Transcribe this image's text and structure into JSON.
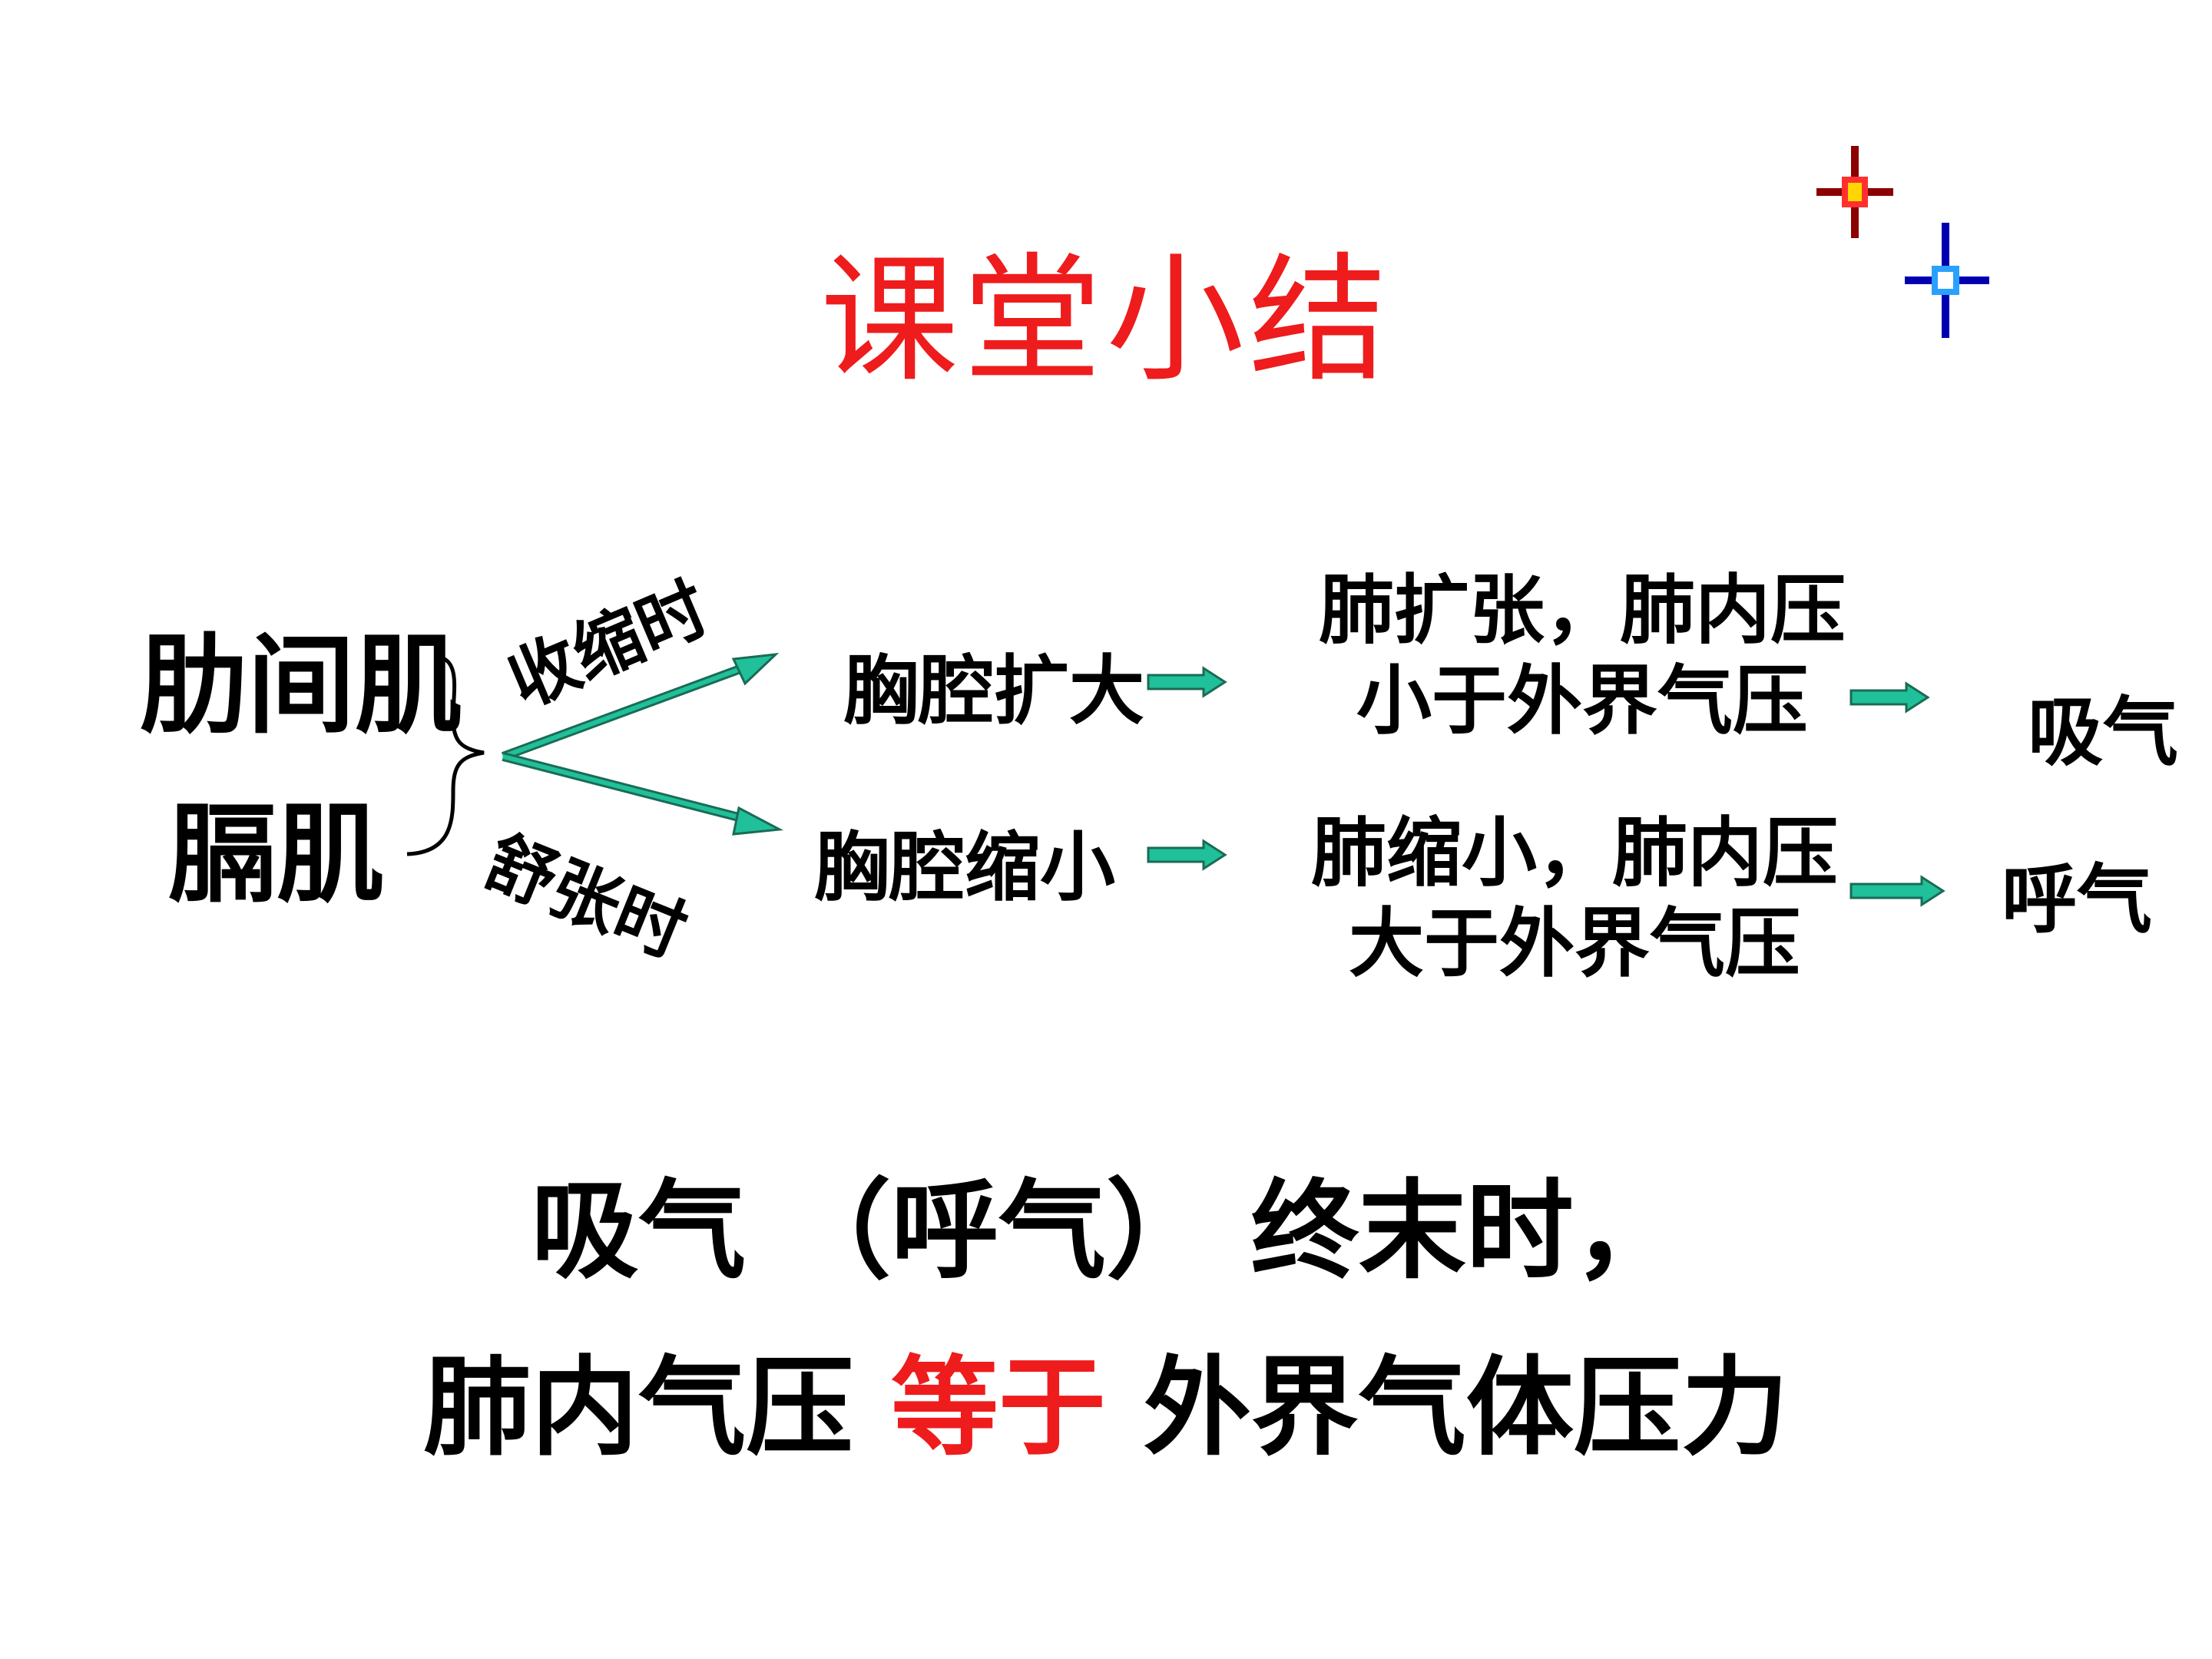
{
  "title": "课堂小结",
  "muscles": {
    "intercostal": "肋间肌",
    "diaphragm": "膈肌"
  },
  "branches": {
    "contract": "收缩时",
    "relax": "舒张时"
  },
  "inhale_path": {
    "chest": "胸腔扩大",
    "lung_line1": "肺扩张，肺内压",
    "lung_line2": "小于外界气压",
    "result": "吸气"
  },
  "exhale_path": {
    "chest": "胸腔缩小",
    "lung_line1": "肺缩小，肺内压",
    "lung_line2": "大于外界气压",
    "result": "呼气"
  },
  "summary": {
    "line1": "吸气 （呼气） 终末时，",
    "line2_before": "肺内气压 ",
    "line2_highlight": "等于",
    "line2_after": " 外界气体压力"
  },
  "colors": {
    "title": "#ee1c1c",
    "highlight": "#ee1c1c",
    "arrow_fill": "#20c09a",
    "arrow_stroke": "#1a6b55"
  }
}
